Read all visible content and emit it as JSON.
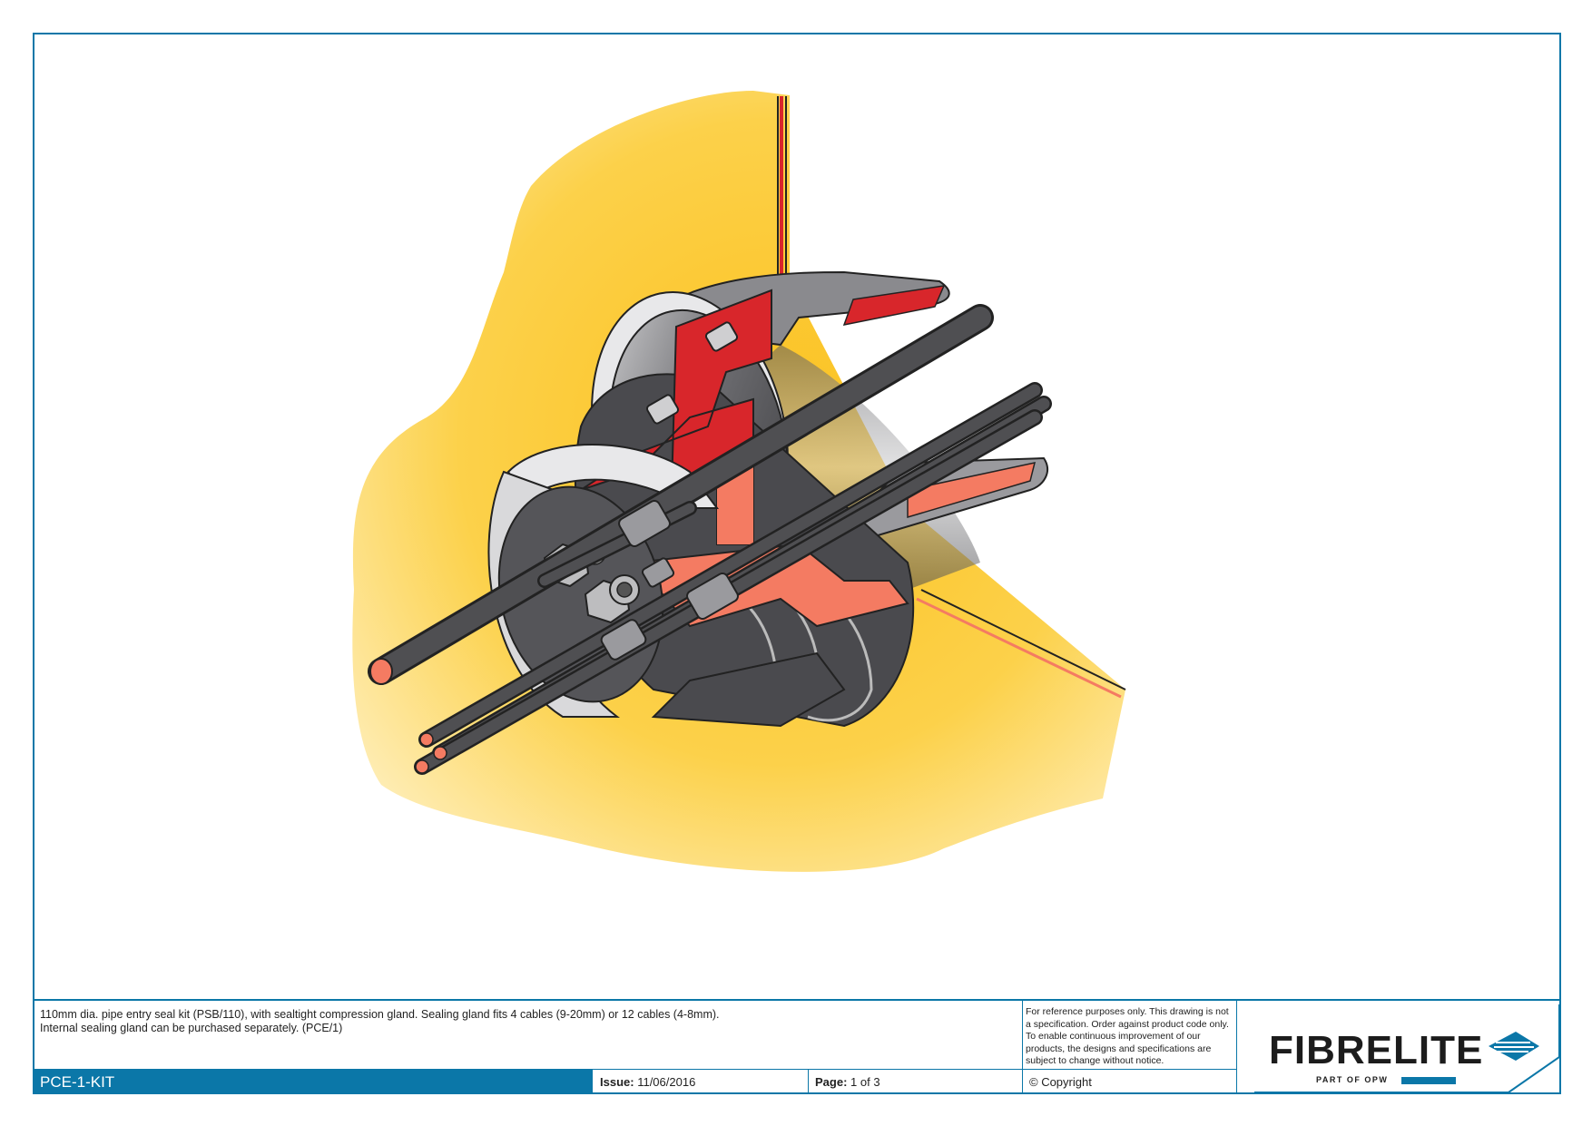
{
  "drawing": {
    "description_line1": "110mm dia. pipe entry seal kit (PSB/110), with sealtight compression gland. Sealing gland fits 4 cables (9-20mm) or 12 cables (4-8mm).",
    "description_line2": "Internal sealing gland can be purchased separately. (PCE/1)",
    "disclaimer": "For reference purposes only. This drawing is not a specification. Order against product code only.  To enable continuous improvement of our products, the designs and specifications are subject to change without notice.",
    "code": "PCE-1-KIT",
    "issue_label": "Issue:",
    "issue_value": "11/06/2016",
    "page_label": "Page:",
    "page_value": "1 of 3",
    "copyright": "© Copyright"
  },
  "brand": {
    "name": "FIBRELITE",
    "tagline": "PART OF OPW",
    "logo_icon": "arrow-diamond-icon",
    "color": "#0b77a8"
  },
  "colors": {
    "frame": "#0b77a8",
    "yellow": "#f8c12a",
    "red": "#d8262b",
    "salmon": "#f47b62",
    "dark_grey": "#3f3f42",
    "light_grey": "#bfbfc1"
  }
}
